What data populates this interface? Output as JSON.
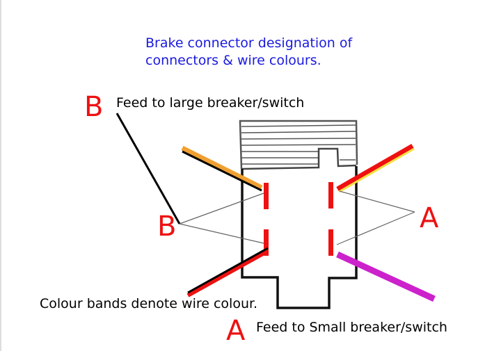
{
  "title": {
    "line1": "Brake connector designation of",
    "line2": "connectors & wire colours."
  },
  "labels": {
    "feed_large": "Feed to large breaker/switch",
    "feed_small": "Feed to Small breaker/switch",
    "colour_bands": "Colour bands denote wire colour."
  },
  "markers": {
    "b_top": "B",
    "b_left": "B",
    "a_right": "A",
    "a_bottom": "A"
  },
  "colors": {
    "title_text": "#1a1adf",
    "marker_text": "#ee1111",
    "terminal_red": "#ee1111",
    "wire_orange": "#f0a030",
    "wire_black": "#000000",
    "wire_red": "#ee1111",
    "wire_yellow": "#f5e040",
    "wire_purple": "#cc22cc"
  }
}
